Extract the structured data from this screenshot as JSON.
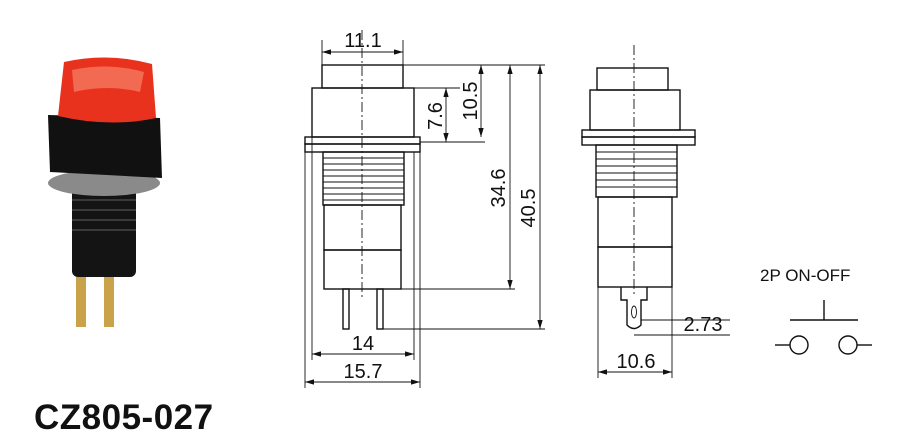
{
  "product": {
    "model": "CZ805-027",
    "cap_color": "#e8321e"
  },
  "front_view": {
    "cap_width": "11.1",
    "body_height": "7.6",
    "top_height": "10.5",
    "body_length": "34.6",
    "total_length": "40.5",
    "body_width": "14",
    "flange_width": "15.7"
  },
  "side_view": {
    "pin_offset": "2.73",
    "body_width": "10.6"
  },
  "schematic": {
    "label": "2P  ON-OFF"
  }
}
